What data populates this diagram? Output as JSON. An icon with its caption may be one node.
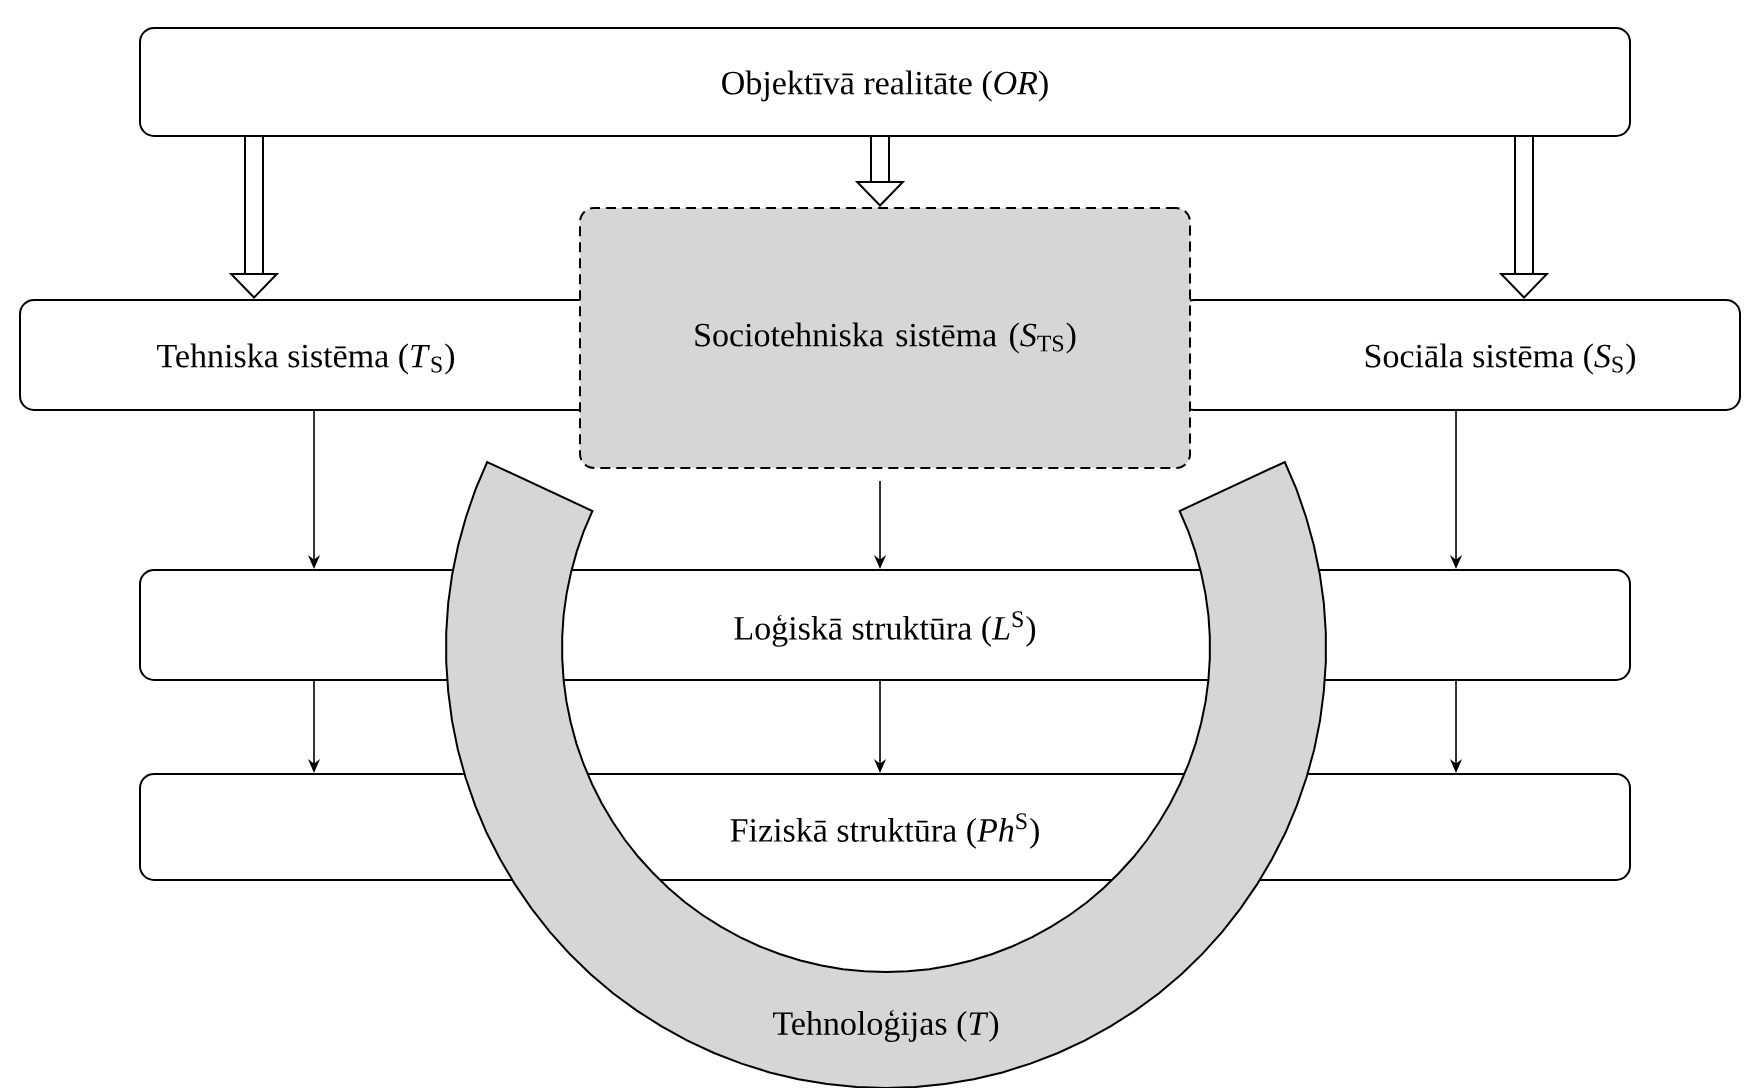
{
  "diagram": {
    "nodes": [
      {
        "text": [
          "Objektīvā realitāte (*OR*)"
        ]
      },
      {
        "text": [
          "Tehniska sistēma (*T*$_{S}$)"
        ]
      },
      {
        "text": [
          "Sociotehniska sistēma (*S*$_{TS}$)"
        ]
      },
      {
        "text": [
          "Sociāla sistēma (*S*$_{S}$)"
        ]
      },
      {
        "text": [
          "Loģiskā struktūra (*L*$^{S}$)"
        ]
      },
      {
        "text": [
          "Fiziskā struktūra (*Ph*$^{S}$)"
        ]
      },
      {
        "text": [
          "Tehnoloģijas (*T*)"
        ]
      }
    ],
    "edges": [
      {
        "from": 0,
        "to": 1,
        "arrow": "to",
        "style": "thick"
      },
      {
        "from": 0,
        "to": 2,
        "arrow": "to",
        "style": "thick"
      },
      {
        "from": 0,
        "to": 3,
        "arrow": "to",
        "style": "thick"
      },
      {
        "from": 1,
        "to": 4,
        "arrow": "to"
      },
      {
        "from": 2,
        "to": 4,
        "arrow": "to"
      },
      {
        "from": 3,
        "to": 4,
        "arrow": "to"
      },
      {
        "from": 4,
        "to": 5,
        "arrow": "to"
      },
      {
        "from": 4,
        "to": 5,
        "arrow": "to"
      },
      {
        "from": 4,
        "to": 5,
        "arrow": "to"
      }
    ]
  }
}
